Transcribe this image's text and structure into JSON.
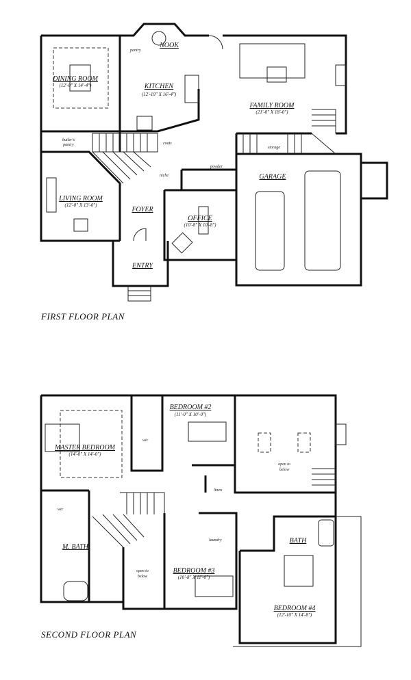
{
  "first_floor": {
    "title": "FIRST FLOOR PLAN",
    "rooms": {
      "dining": {
        "name": "DINING ROOM",
        "dims": "(12'-0\" X 14'-4\")"
      },
      "kitchen": {
        "name": "KITCHEN",
        "dims": "(12'-10\" X 16'-4\")"
      },
      "nook": {
        "name": "NOOK"
      },
      "family": {
        "name": "FAMILY ROOM",
        "dims": "(21'-0\" X 18'-0\")"
      },
      "living": {
        "name": "LIVING ROOM",
        "dims": "(12'-0\" X 13'-0\")"
      },
      "foyer": {
        "name": "FOYER"
      },
      "office": {
        "name": "OFFICE",
        "dims": "(10'-8\" X 10'-8\")"
      },
      "garage": {
        "name": "GARAGE"
      },
      "entry": {
        "name": "ENTRY"
      }
    },
    "small_labels": {
      "pantry": "pantry",
      "butlers_pantry_1": "butler's",
      "butlers_pantry_2": "pantry",
      "coats": "coats",
      "powder": "powder",
      "niche": "niche",
      "storage": "storage"
    }
  },
  "second_floor": {
    "title": "SECOND FLOOR PLAN",
    "rooms": {
      "master": {
        "name": "MASTER BEDROOM",
        "dims": "(14'-0\" X 14'-0\")"
      },
      "bed2": {
        "name": "BEDROOM #2",
        "dims": "(11'-0\" X 10'-0\")"
      },
      "bed3": {
        "name": "BEDROOM #3",
        "dims": "(10'-8\" X 11'-0\")"
      },
      "bed4": {
        "name": "BEDROOM #4",
        "dims": "(12'-10\" X 14'-8\")"
      },
      "mbath": {
        "name": "M. BATH"
      },
      "bath": {
        "name": "BATH"
      }
    },
    "small_labels": {
      "wic_master": "wic",
      "wic_bath": "wic",
      "linen": "linen",
      "laundry": "laundry",
      "open1_a": "open to",
      "open1_b": "below",
      "open2_a": "open to",
      "open2_b": "below"
    }
  }
}
